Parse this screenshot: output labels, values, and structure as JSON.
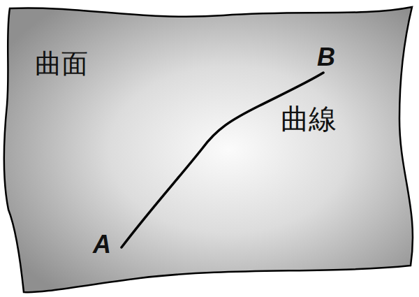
{
  "diagram": {
    "labels": [
      "曲面",
      "曲線",
      "A",
      "B"
    ]
  }
}
